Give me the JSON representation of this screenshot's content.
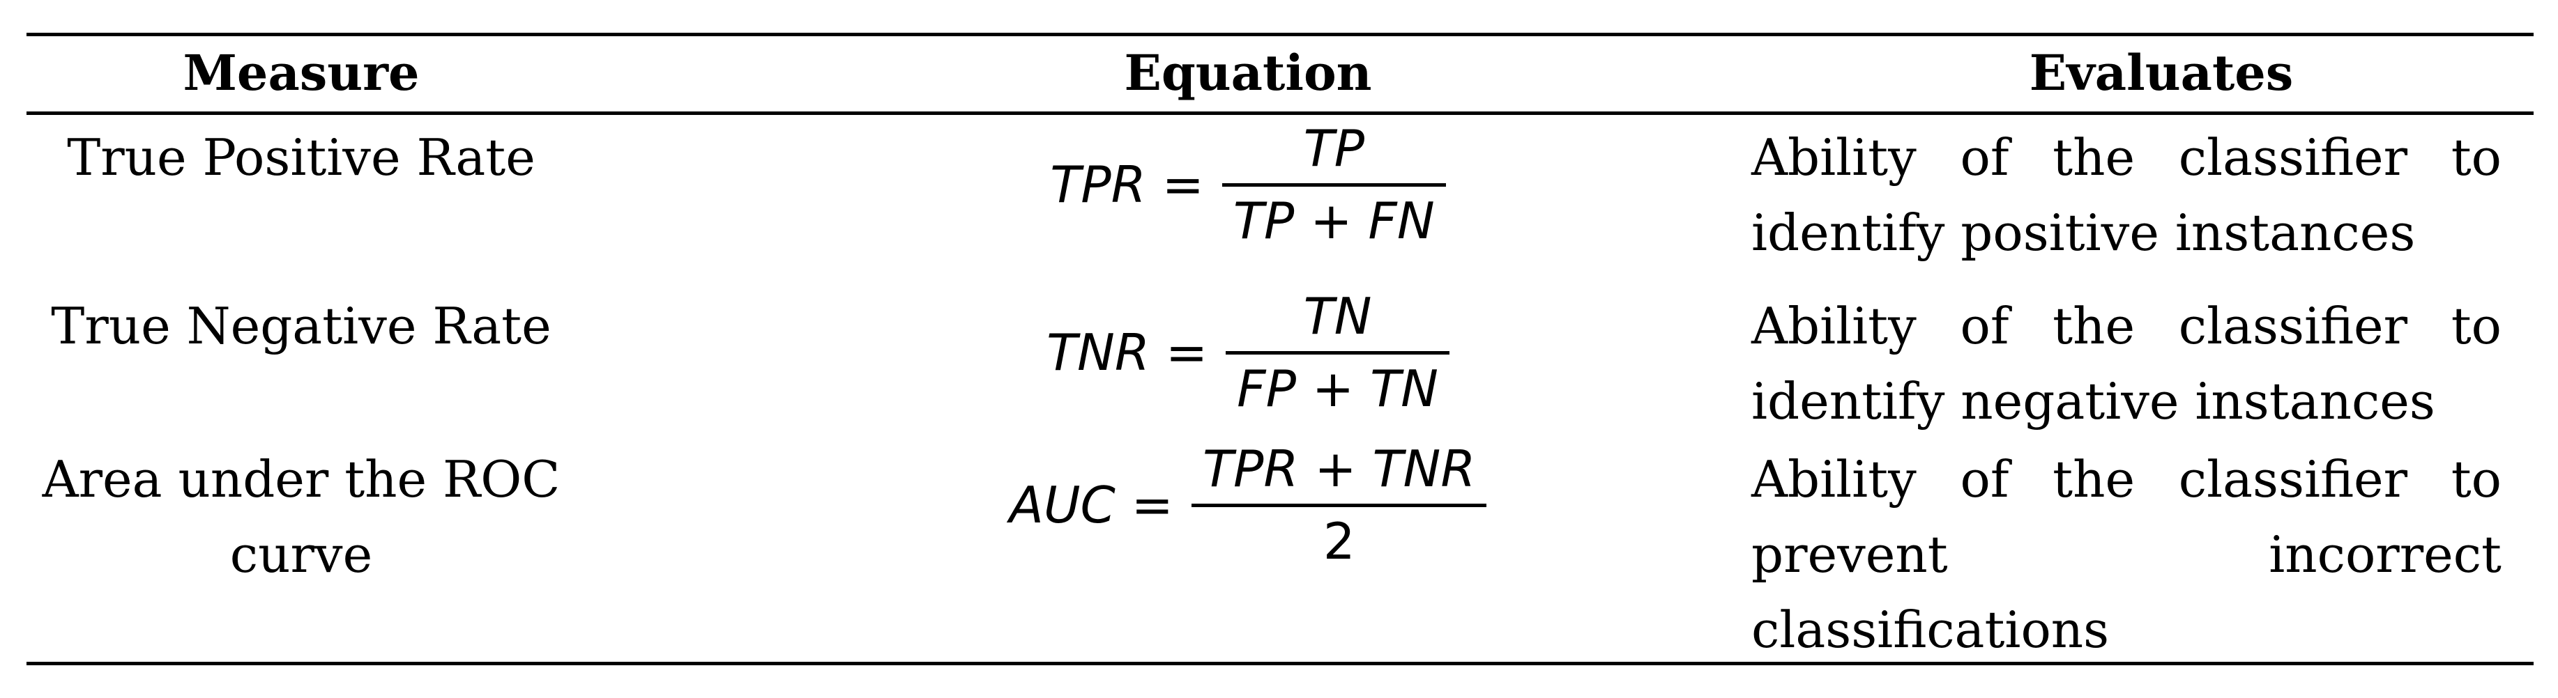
{
  "table": {
    "headers": {
      "measure": "Measure",
      "equation": "Equation",
      "evaluates": "Evaluates"
    },
    "rows": [
      {
        "measure": "True Positive Rate",
        "equation": {
          "lhs": "TPR =",
          "numerator": "TP",
          "denominator": "TP + FN"
        },
        "evaluates": "Ability of the classifier to identify positive instances"
      },
      {
        "measure": "True Negative Rate",
        "equation": {
          "lhs": "TNR =",
          "numerator": "TN",
          "denominator": "FP + TN"
        },
        "evaluates": "Ability of the classifier to identify negative instances"
      },
      {
        "measure": "Area under the ROC curve",
        "equation": {
          "lhs": "AUC =",
          "numerator": "TPR + TNR",
          "denominator": "2"
        },
        "evaluates": "Ability of the classifier to prevent incorrect classifications"
      }
    ]
  }
}
